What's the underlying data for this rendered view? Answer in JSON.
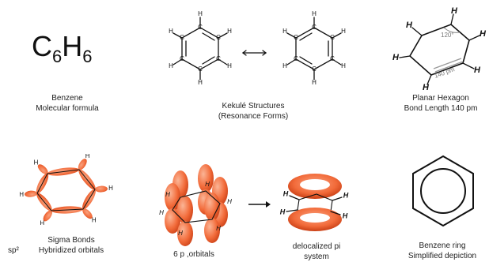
{
  "formula": {
    "main_c": "C",
    "sub_c": "6",
    "main_h": "H",
    "sub_h": "6"
  },
  "captions": {
    "benzene_line1": "Benzene",
    "benzene_line2": "Molecular formula",
    "kekule_line1": "Kekulé Structures",
    "kekule_line2": "(Resonance Forms)",
    "planar_line1": "Planar Hexagon",
    "planar_line2": "Bond Length 140 pm",
    "sigma_line1": "Sigma Bonds",
    "sigma_line2": "Hybridized orbitals",
    "sp2_label": "sp²",
    "p_orbitals": "6 p ,orbitals",
    "deloc_line1": "delocalized pi",
    "deloc_line2": "system",
    "ring_line1": "Benzene ring",
    "ring_line2": "Simplified depiction"
  },
  "labels": {
    "atom_h": "H",
    "atom_c": "C",
    "angle": "120°",
    "length": "140 pm"
  },
  "colors": {
    "orbital": "#f26b3a",
    "orbital_dark": "#d9481c",
    "orbital_light": "#f9a27f",
    "ink": "#111111"
  },
  "icons": {
    "resonance": "double-arrow-icon",
    "transition": "right-arrow-icon"
  }
}
